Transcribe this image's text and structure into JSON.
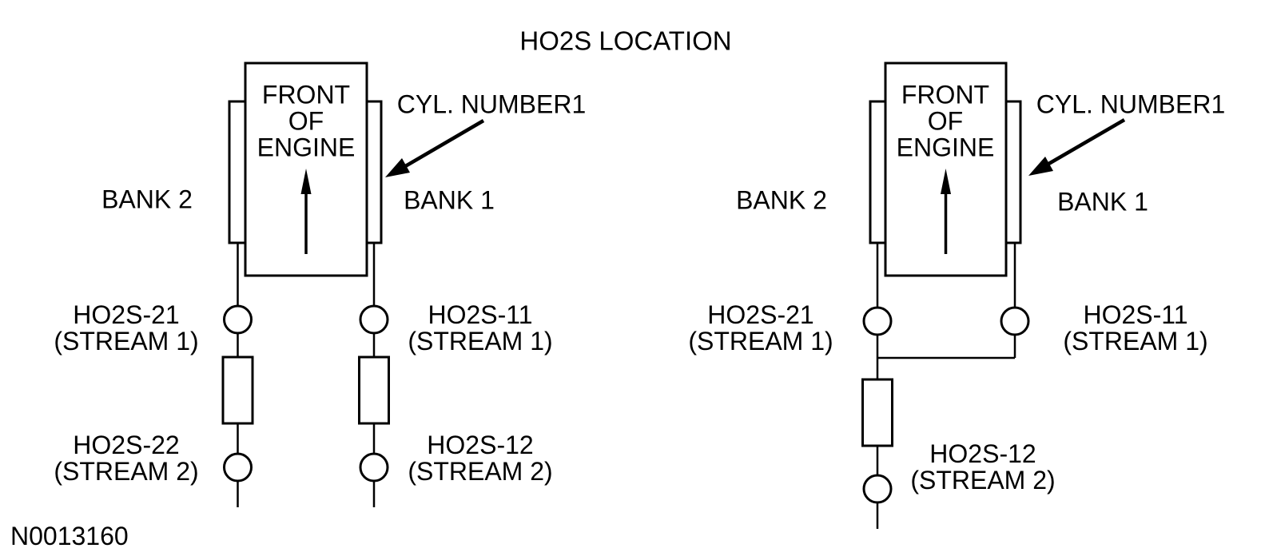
{
  "title": "HO2S LOCATION",
  "figure_number": "N0013160",
  "colors": {
    "line": "#000000",
    "text": "#000000",
    "background": "#ffffff"
  },
  "diagrams": [
    {
      "engine_label": [
        "FRONT",
        "OF",
        "ENGINE"
      ],
      "bank_left_label": "BANK 2",
      "bank_right_label": "BANK 1",
      "cylinder_annotation": "CYL. NUMBER1",
      "sensors": [
        {
          "id": "HO2S-21",
          "stream": "(STREAM 1)"
        },
        {
          "id": "HO2S-11",
          "stream": "(STREAM 1)"
        },
        {
          "id": "HO2S-22",
          "stream": "(STREAM 2)"
        },
        {
          "id": "HO2S-12",
          "stream": "(STREAM 2)"
        }
      ]
    },
    {
      "engine_label": [
        "FRONT",
        "OF",
        "ENGINE"
      ],
      "bank_left_label": "BANK 2",
      "bank_right_label": "BANK 1",
      "cylinder_annotation": "CYL. NUMBER1",
      "sensors": [
        {
          "id": "HO2S-21",
          "stream": "(STREAM 1)"
        },
        {
          "id": "HO2S-11",
          "stream": "(STREAM 1)"
        },
        {
          "id": "HO2S-12",
          "stream": "(STREAM 2)"
        }
      ]
    }
  ]
}
